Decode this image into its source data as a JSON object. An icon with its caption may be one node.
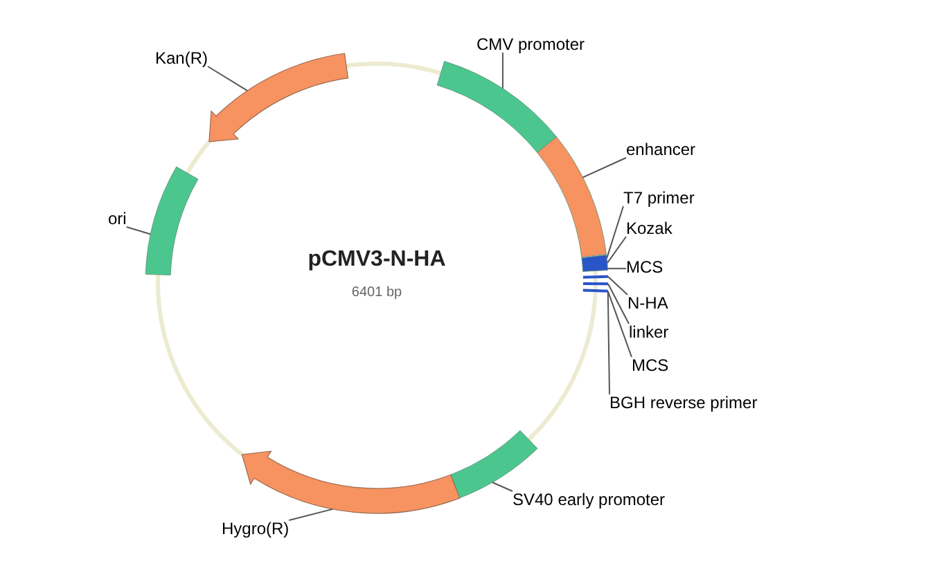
{
  "diagram": {
    "title": "pCMV3-N-HA",
    "nodes": [
      {
        "text": [],
        "shape": "arrow"
      },
      {
        "text": [],
        "shape": "box"
      },
      {
        "text": [],
        "shape": "box"
      },
      {
        "text": [],
        "shape": "box"
      },
      {
        "text": [],
        "shape": "box"
      },
      {
        "text": [],
        "shape": "line"
      },
      {
        "text": [],
        "shape": "line"
      },
      {
        "text": [],
        "shape": "line"
      },
      {
        "text": [],
        "shape": "box"
      },
      {
        "text": [],
        "shape": "arrow"
      },
      {
        "text": [
          "Kan(R)"
        ]
      },
      {
        "text": [
          "CMV promoter"
        ]
      },
      {
        "text": [
          "ori"
        ]
      },
      {
        "text": [
          "enhancer"
        ]
      },
      {
        "text": [
          "T7 primer"
        ]
      },
      {
        "text": [
          "Kozak"
        ]
      },
      {
        "text": [
          "MCS"
        ]
      },
      {
        "text": [
          "N-HA"
        ]
      },
      {
        "text": [
          "linker"
        ]
      },
      {
        "text": [
          "MCS"
        ]
      },
      {
        "text": [
          "BGH reverse primer"
        ]
      },
      {
        "text": [
          "SV40 early promoter"
        ]
      },
      {
        "text": [
          "Hygro(R)"
        ]
      }
    ],
    "edges": [
      {
        "from": 10,
        "to": 0,
        "arrow": "none"
      },
      {
        "from": 11,
        "to": 2,
        "arrow": "none"
      },
      {
        "from": 12,
        "to": 1,
        "arrow": "none"
      },
      {
        "from": 13,
        "to": 3,
        "arrow": "none"
      },
      {
        "from": 14,
        "to": 4,
        "arrow": "none"
      },
      {
        "from": 15,
        "to": 4,
        "arrow": "none"
      },
      {
        "from": 16,
        "to": 4,
        "arrow": "none"
      },
      {
        "from": 17,
        "to": 5,
        "arrow": "none"
      },
      {
        "from": 18,
        "to": 6,
        "arrow": "none"
      },
      {
        "from": 19,
        "to": 7,
        "arrow": "none"
      },
      {
        "from": 20,
        "to": 7,
        "arrow": "none"
      },
      {
        "from": 21,
        "to": 8,
        "arrow": "none"
      },
      {
        "from": 22,
        "to": 9,
        "arrow": "none"
      }
    ],
    "labels": [
      "6401 bp"
    ]
  }
}
